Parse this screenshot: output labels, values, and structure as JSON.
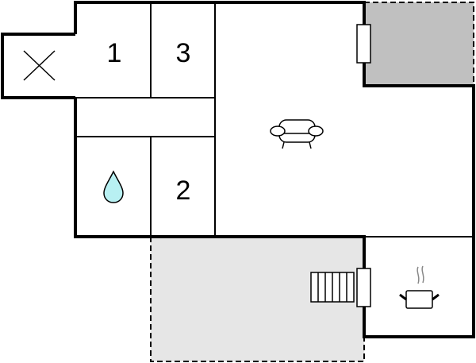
{
  "floorplan": {
    "rooms": [
      {
        "id": "bedroom-1",
        "label": "1"
      },
      {
        "id": "bedroom-3",
        "label": "3"
      },
      {
        "id": "bedroom-2",
        "label": "2"
      }
    ],
    "icons": [
      "x-mark-icon",
      "water-drop-icon",
      "sofa-icon",
      "cooking-pot-icon",
      "stairs-icon",
      "door-icon"
    ],
    "colors": {
      "wall": "#000000",
      "balcony": "#c0c0c0",
      "terrace": "#e6e6e6",
      "water": "#b8f0f2"
    }
  }
}
